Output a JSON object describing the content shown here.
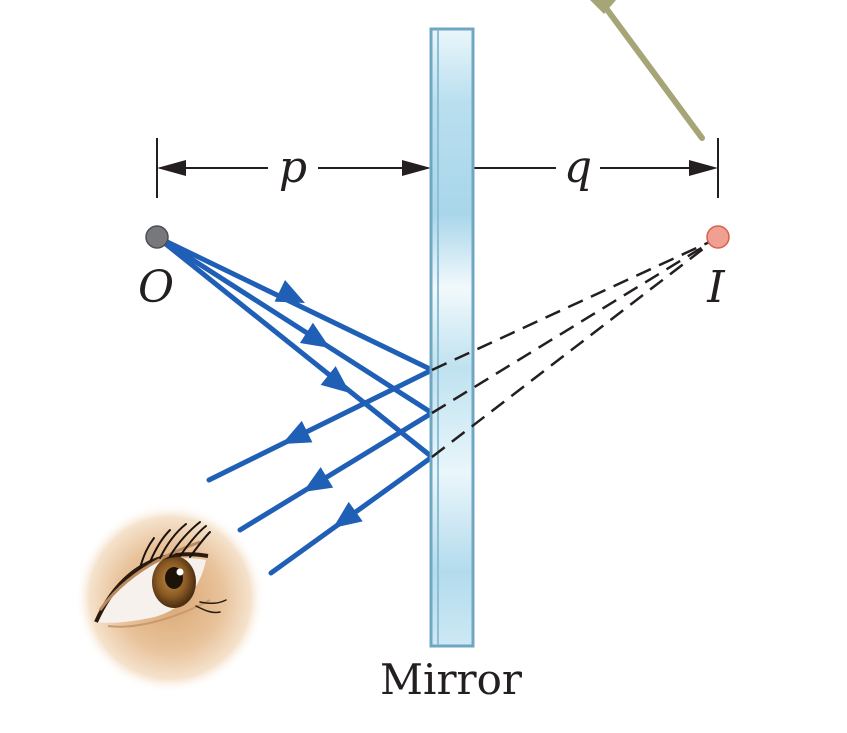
{
  "labels": {
    "object_distance": "p",
    "image_distance": "q",
    "object": "O",
    "image": "I",
    "mirror": "Mirror"
  },
  "colors": {
    "ray": "#1f5fb5",
    "mirror_face": "#bfe2f0",
    "mirror_edge": "#6fa6c2",
    "object_point": "#77787b",
    "image_point": "#f0a090",
    "pointer": "#a6a577",
    "dimension_line": "#231f20",
    "skin": "#d9a772",
    "iris": "#8a5a24"
  },
  "icons": {
    "eye": "eye-icon"
  }
}
